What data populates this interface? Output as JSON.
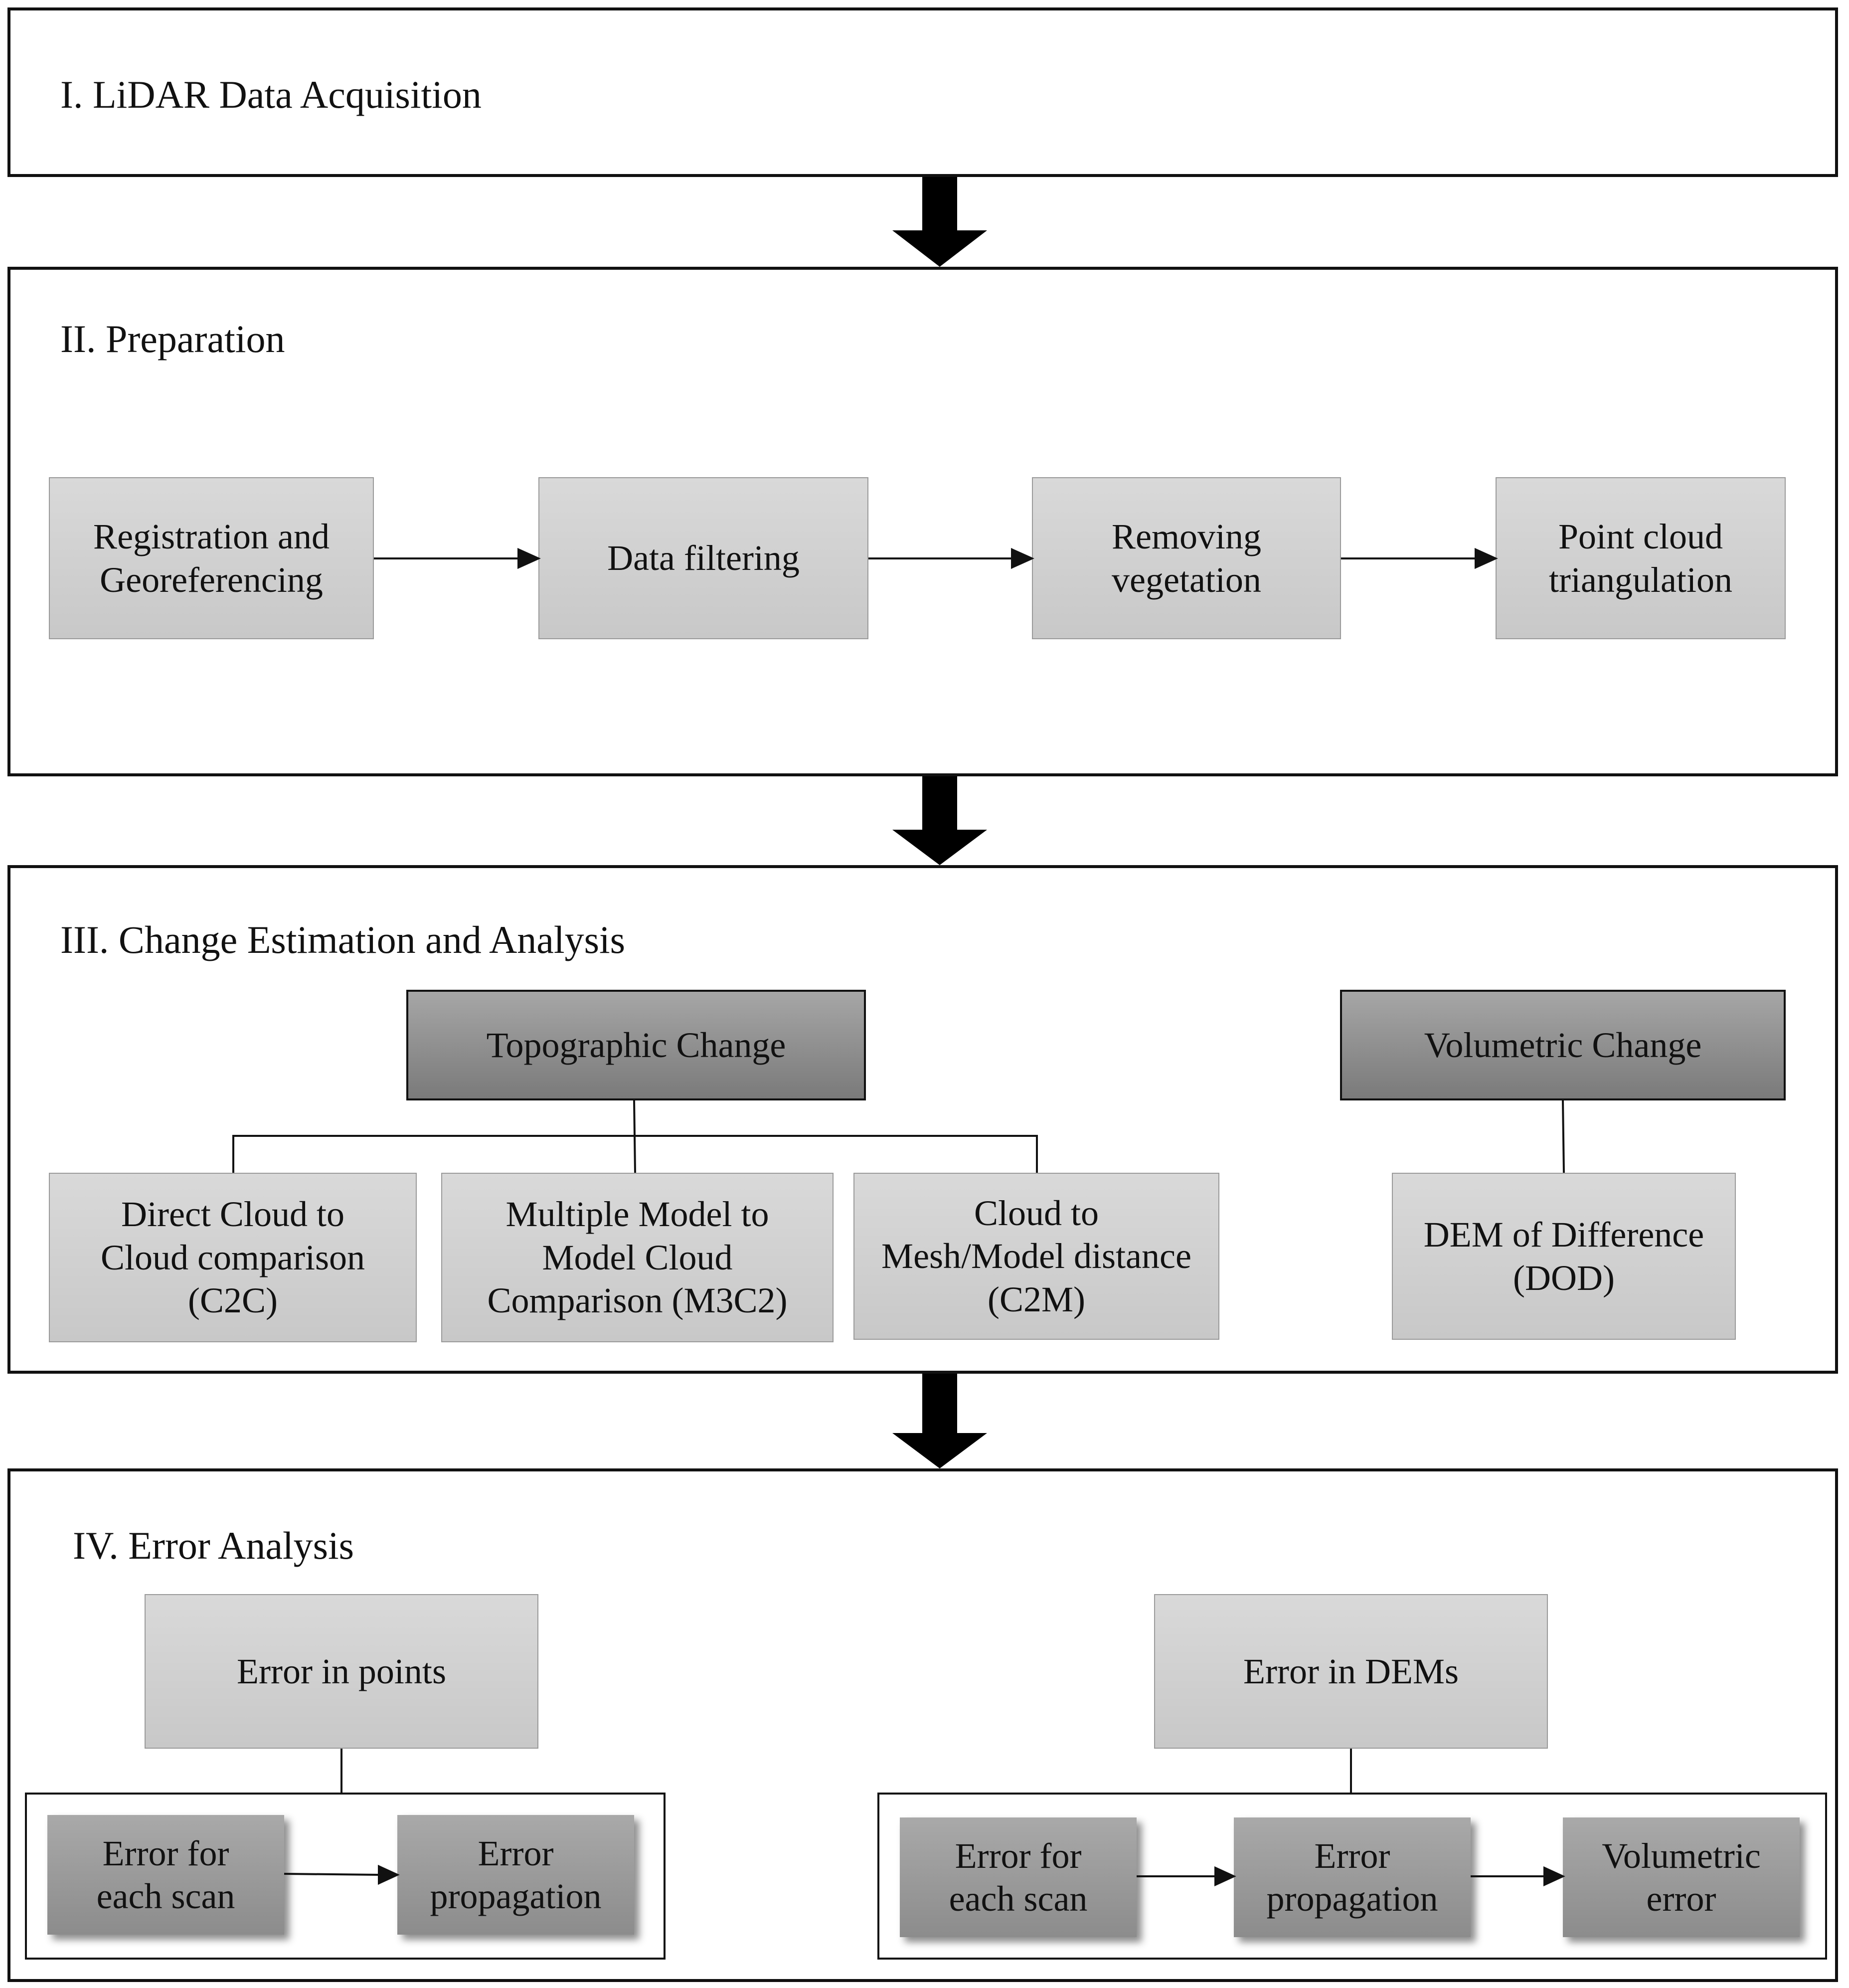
{
  "stages": {
    "s1": "I. LiDAR Data Acquisition",
    "s2": "II. Preparation",
    "s3": "III. Change Estimation and Analysis",
    "s4": "IV. Error Analysis"
  },
  "preparation": [
    [
      "Registration and",
      "Georeferencing"
    ],
    [
      "Data filtering"
    ],
    [
      "Removing",
      "vegetation"
    ],
    [
      "Point cloud",
      "triangulation"
    ]
  ],
  "change": {
    "topographic": "Topographic Change",
    "volumetric": "Volumetric Change",
    "methods": [
      [
        "Direct Cloud to",
        "Cloud comparison",
        "(C2C)"
      ],
      [
        "Multiple Model to",
        "Model Cloud",
        "Comparison (M3C2)"
      ],
      [
        "Cloud to",
        "Mesh/Model distance",
        "(C2M)"
      ]
    ],
    "dod": [
      "DEM of Difference",
      "(DOD)"
    ]
  },
  "error": {
    "points": "Error in points",
    "dems": "Error in DEMs",
    "points_steps": [
      [
        "Error for",
        "each scan"
      ],
      [
        "Error",
        "propagation"
      ]
    ],
    "dem_steps": [
      [
        "Error for",
        "each scan"
      ],
      [
        "Error",
        "propagation"
      ],
      [
        "Volumetric",
        "error"
      ]
    ]
  }
}
